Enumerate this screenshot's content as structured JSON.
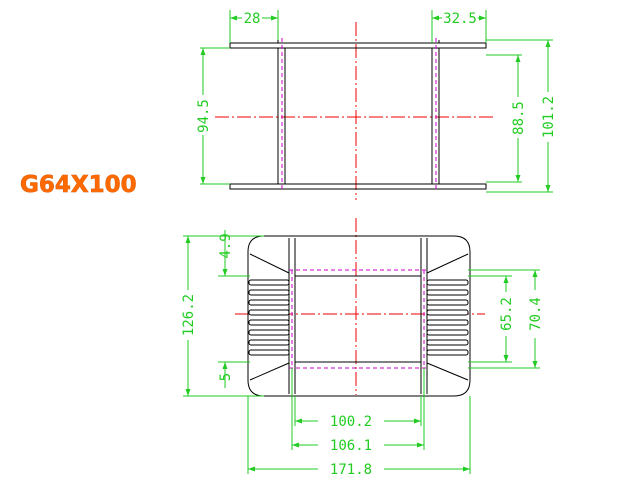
{
  "title": "G64X100",
  "top_view": {
    "dims": {
      "flange_left": "28",
      "flange_right": "32.5",
      "inner_height": "94.5",
      "window_height": "88.5",
      "outer_height": "101.2"
    }
  },
  "bottom_view": {
    "dims": {
      "overall_height": "126.2",
      "top_offset": "4.9",
      "bottom_offset": "5",
      "window_height": "65.2",
      "core_height": "70.4",
      "inner_width": "100.2",
      "middle_width": "106.1",
      "overall_width": "171.8"
    }
  },
  "colors": {
    "outline": "#000000",
    "dimension": "#22cc22",
    "centerline": "#ee0000",
    "hidden": "#cc00cc",
    "title": "#ff6a00"
  }
}
